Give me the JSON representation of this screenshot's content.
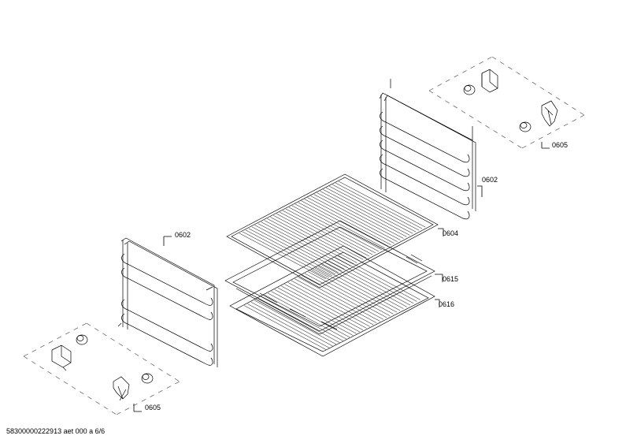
{
  "labels": {
    "l0605_top": "0605",
    "l0602_right": "0602",
    "l0604": "0604",
    "l0615": "0615",
    "l0616": "0616",
    "l0602_left": "0602",
    "l0605_bottom": "0605"
  },
  "footer": "58300000222913 aet 000 a 6/6"
}
